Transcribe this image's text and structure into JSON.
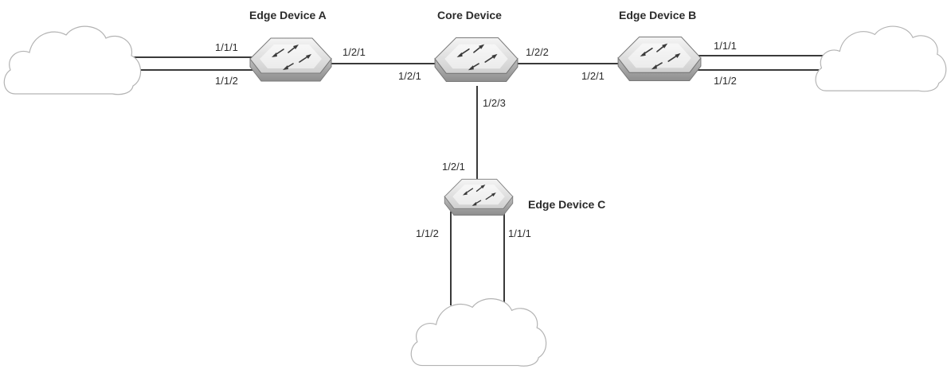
{
  "devices": {
    "edge_a": {
      "title": "Edge Device A",
      "port_upper_left": "1/1/1",
      "port_lower_left": "1/1/2",
      "port_right": "1/2/1"
    },
    "core": {
      "title": "Core Device",
      "port_left": "1/2/1",
      "port_right": "1/2/2",
      "port_down": "1/2/3"
    },
    "edge_b": {
      "title": "Edge Device B",
      "port_left": "1/2/1",
      "port_upper_right": "1/1/1",
      "port_lower_right": "1/1/2"
    },
    "edge_c": {
      "title": "Edge Device C",
      "port_up": "1/2/1",
      "port_lower_left": "1/1/2",
      "port_lower_right": "1/1/1"
    }
  },
  "icons": {
    "switch": "switch-icon",
    "cloud": "cloud-icon"
  },
  "colors": {
    "line": "#3a3a3a",
    "cloud_outline": "#b3b3b3",
    "switch_body": "#d9d9d9",
    "text": "#2b2b2b"
  }
}
